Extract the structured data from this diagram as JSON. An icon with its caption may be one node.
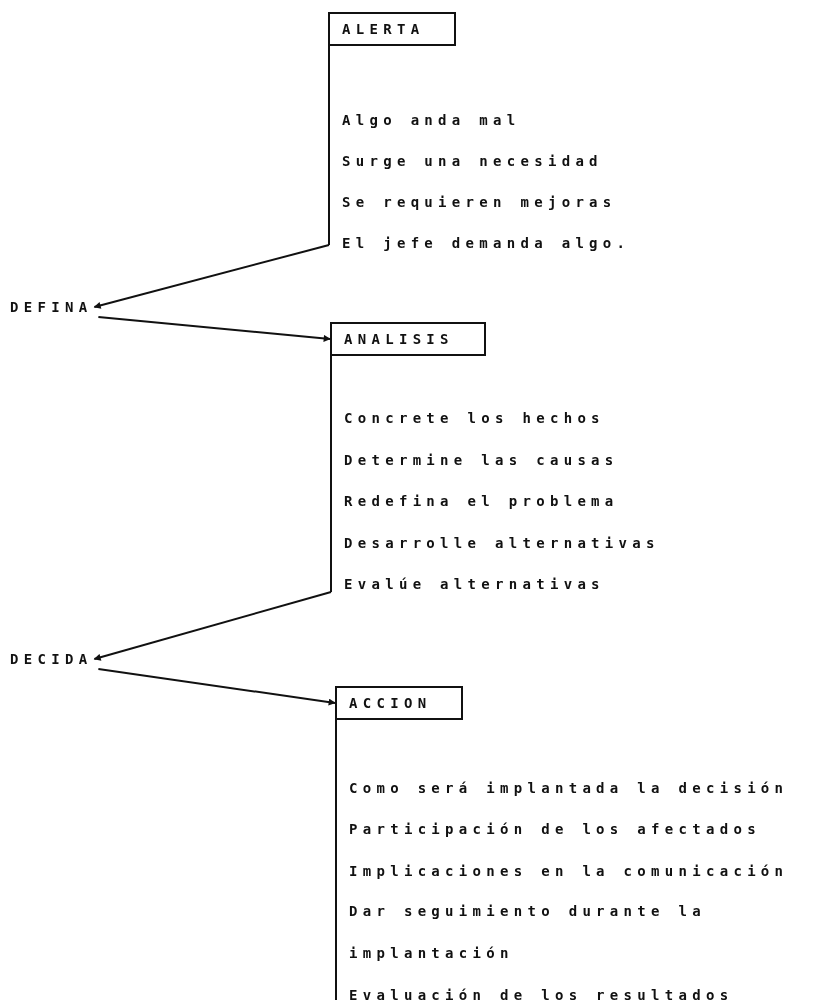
{
  "diagram": {
    "nodes": [
      {
        "text": [
          "ALERTA",
          "Algo anda mal",
          "Surge una necesidad",
          "Se requieren mejoras",
          "El jefe demanda algo."
        ]
      },
      {
        "text": [
          "DEFINA"
        ]
      },
      {
        "text": [
          "ANALISIS",
          "Concrete los hechos",
          "Determine las causas",
          "Redefina el problema",
          "Desarrolle alternativas",
          "Evalúe alternativas"
        ]
      },
      {
        "text": [
          "DECIDA"
        ]
      },
      {
        "text": [
          "ACCION",
          "Como será implantada la decisión",
          "Participación de los afectados",
          "Implicaciones en la comunicación",
          "Dar seguimiento durante la implantación",
          "Evaluación de los resultados"
        ]
      }
    ],
    "edges": [
      {
        "from": 0,
        "to": 1,
        "arrow": "to"
      },
      {
        "from": 1,
        "to": 2,
        "arrow": "to"
      },
      {
        "from": 2,
        "to": 3,
        "arrow": "to"
      },
      {
        "from": 3,
        "to": 4,
        "arrow": "to"
      }
    ]
  }
}
